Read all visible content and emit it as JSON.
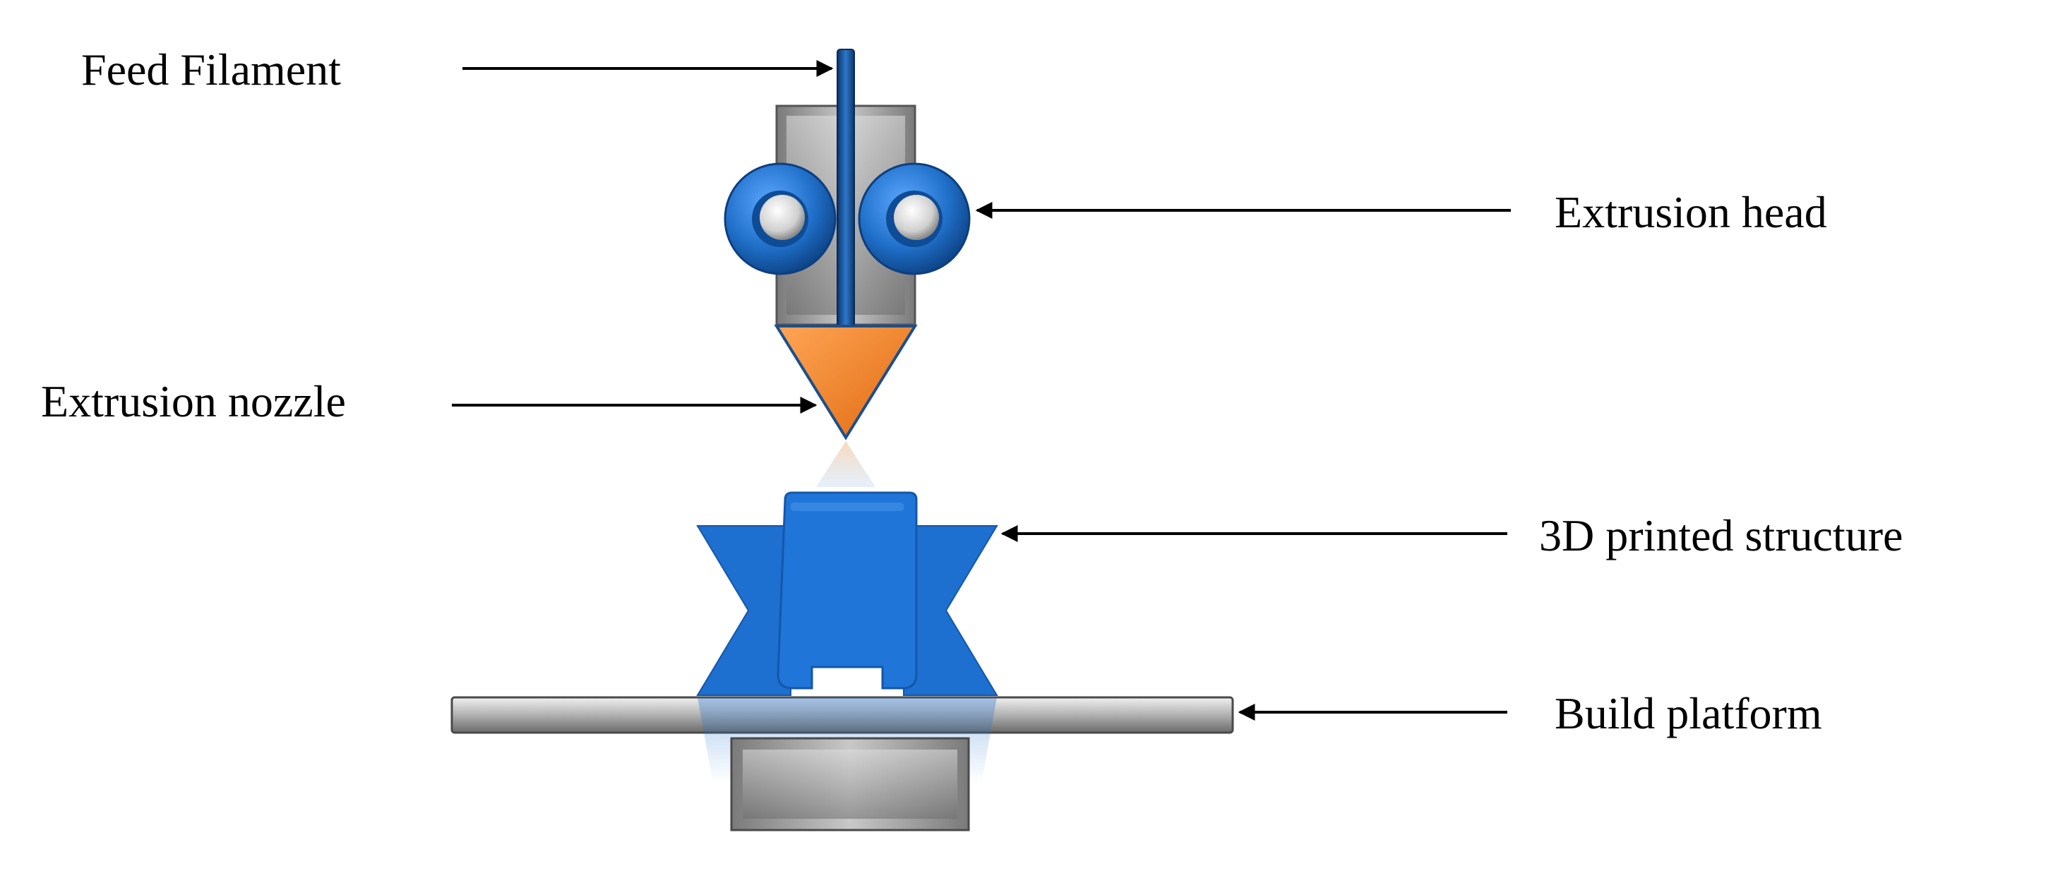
{
  "labels": {
    "feed_filament": "Feed Filament",
    "extrusion_head": "Extrusion head",
    "extrusion_nozzle": "Extrusion nozzle",
    "printed_structure": "3D printed structure",
    "build_platform": "Build platform"
  },
  "colors": {
    "metal_gray": "#9e9e9e",
    "filament_blue": "#1a4f8f",
    "roller_blue": "#1f6fc8",
    "nozzle_orange": "#f07e22",
    "structure_blue": "#1d6fd0",
    "arrow_black": "#000000"
  }
}
